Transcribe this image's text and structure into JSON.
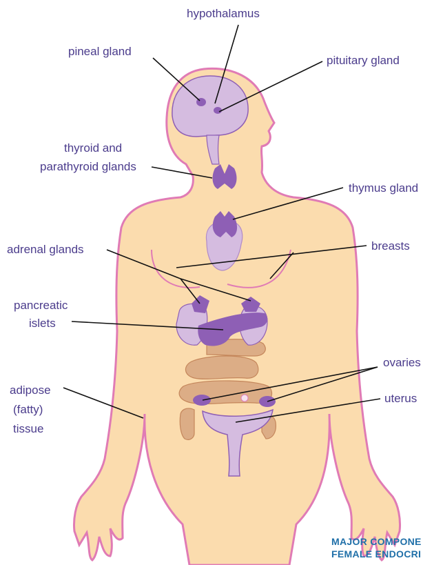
{
  "labels": {
    "hypothalamus": "hypothalamus",
    "pineal_gland": "pineal gland",
    "pituitary_gland": "pituitary gland",
    "thyroid_line1": "thyroid and",
    "thyroid_line2": "parathyroid glands",
    "thymus_gland": "thymus gland",
    "adrenal_glands": "adrenal glands",
    "breasts": "breasts",
    "pancreatic_line1": "pancreatic",
    "pancreatic_line2": "islets",
    "ovaries": "ovaries",
    "adipose_line1": "adipose",
    "adipose_line2": "(fatty)",
    "adipose_line3": "tissue",
    "uterus": "uterus"
  },
  "caption": {
    "line1": "MAJOR COMPONE",
    "line2": "FEMALE ENDOCRI"
  },
  "colors": {
    "skin": "#fbdcae",
    "outline": "#e07bb5",
    "gland_dark": "#8e5fb5",
    "organ_light": "#d5bce0",
    "intestine": "#dcad86",
    "label_text": "#4b3c8c",
    "caption_text": "#1f6fa8"
  }
}
